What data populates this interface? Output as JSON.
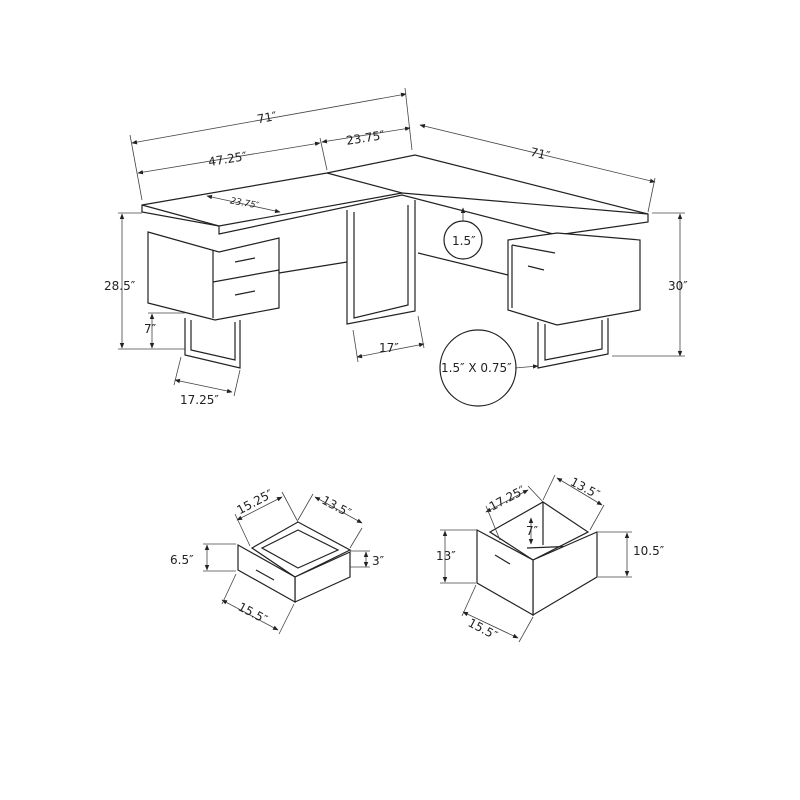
{
  "desk": {
    "total_width_left": "71″",
    "left_wing_length": "47.25″",
    "corner_depth_top": "23.75″",
    "right_wing_length": "71″",
    "left_wing_depth": "23.75″",
    "left_height": "28.5″",
    "leg_clearance": "7″",
    "leg_depth": "17.25″",
    "center_leg_depth": "17″",
    "top_thickness": "1.5″",
    "leg_profile": "1.5″ X 0.75″",
    "right_height": "30″"
  },
  "small_drawer": {
    "depth": "15.25″",
    "inner_width": "13.5″",
    "front_height": "6.5″",
    "side_height": "3″",
    "front_width": "15.5″"
  },
  "file_drawer": {
    "depth": "17.25″",
    "inner_width": "13.5″",
    "inner_height": "7″",
    "front_height": "13″",
    "side_height": "10.5″",
    "front_width": "15.5″"
  }
}
